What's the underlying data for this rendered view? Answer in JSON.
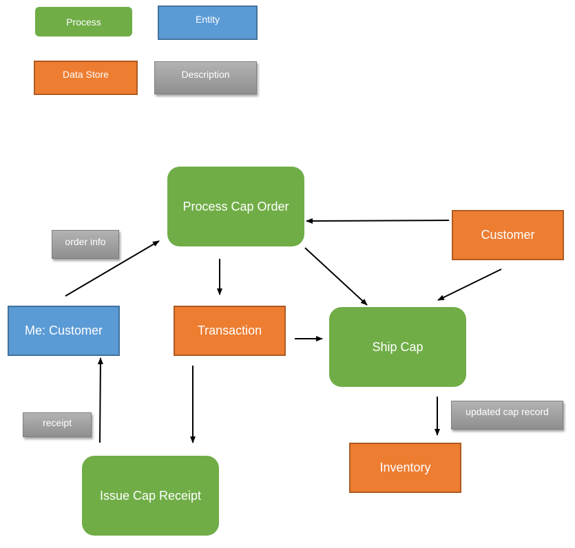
{
  "legend": {
    "process": "Process",
    "entity": "Entity",
    "data_store": "Data Store",
    "description": "Description"
  },
  "nodes": {
    "process_cap_order": "Process Cap Order",
    "ship_cap": "Ship Cap",
    "issue_cap_receipt": "Issue Cap Receipt",
    "me_customer": "Me: Customer",
    "customer": "Customer",
    "transaction": "Transaction",
    "inventory": "Inventory"
  },
  "descriptions": {
    "order_info": "order info",
    "receipt": "receipt",
    "updated_cap_record": "updated cap record"
  },
  "colors": {
    "process": "#70ad47",
    "entity": "#5b9bd5",
    "data_store": "#ed7d31",
    "description": "#a6a6a6"
  }
}
